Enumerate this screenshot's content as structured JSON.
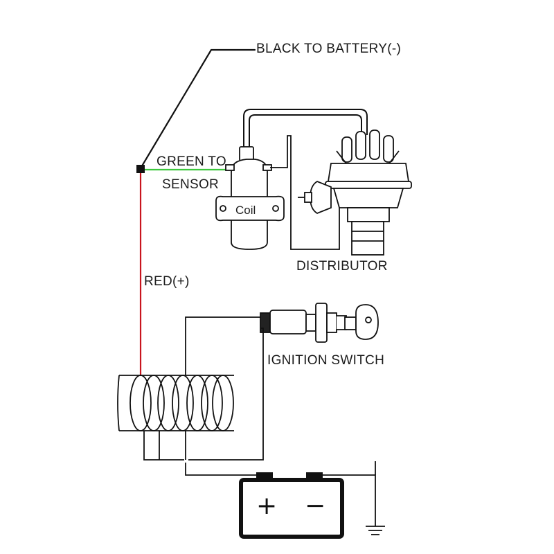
{
  "labels": {
    "black_to_battery": "BLACK TO BATTERY(-)",
    "green_to": "GREEN TO",
    "sensor": "SENSOR",
    "coil": "Coil",
    "distributor": "DISTRIBUTOR",
    "red": "RED(+)",
    "ignition_switch": "IGNITION SWITCH",
    "battery_plus": "+",
    "battery_minus": "−"
  },
  "colors": {
    "black_wire": "#111111",
    "green_wire": "#3cc83c",
    "red_wire": "#c8141e"
  }
}
